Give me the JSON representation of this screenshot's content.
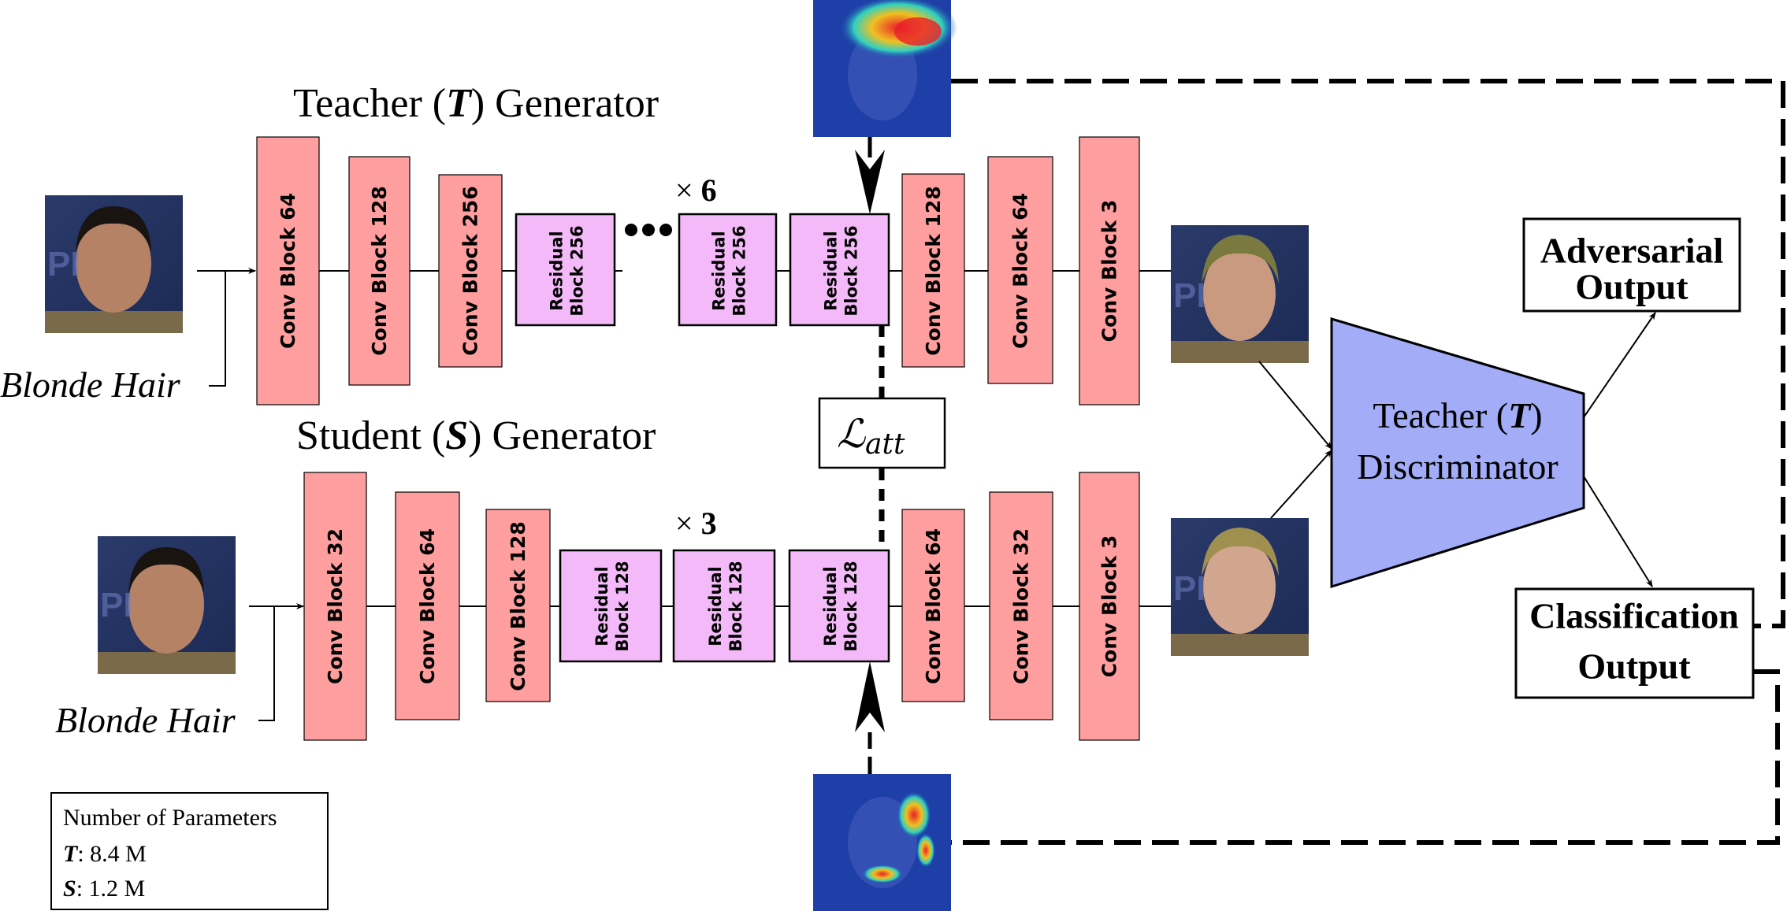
{
  "teacher": {
    "title_prefix": "Teacher (",
    "title_letter": "T",
    "title_suffix": ") Generator",
    "blocks": [
      "Conv Block 64",
      "Conv Block 128",
      "Conv Block 256"
    ],
    "residual": [
      "Residual Block 256",
      "Residual Block 256",
      "Residual Block 256"
    ],
    "repeat": "× 6",
    "up_blocks": [
      "Conv Block 128",
      "Conv Block 64",
      "Conv Block 3"
    ],
    "input_label": "Blonde Hair"
  },
  "student": {
    "title_prefix": "Student (",
    "title_letter": "S",
    "title_suffix": ") Generator",
    "blocks": [
      "Conv Block 32",
      "Conv Block 64",
      "Conv Block 128"
    ],
    "residual": [
      "Residual Block 128",
      "Residual Block 128",
      "Residual Block 128"
    ],
    "repeat": "× 3",
    "up_blocks": [
      "Conv Block 64",
      "Conv Block 32",
      "Conv Block 3"
    ],
    "input_label": "Blonde Hair"
  },
  "loss": {
    "symbol": "ℒ",
    "subscript": "att"
  },
  "discriminator": {
    "line1_prefix": "Teacher (",
    "line1_letter": "T",
    "line1_suffix": ")",
    "line2": "Discriminator"
  },
  "outputs": {
    "adversarial": [
      "Adversarial",
      "Output"
    ],
    "classification": [
      "Classification",
      "Output"
    ]
  },
  "legend": {
    "title": "Number of Parameters",
    "teacher_key": "T",
    "teacher_value": ": 8.4 M",
    "student_key": "S",
    "student_value": ": 1.2 M"
  },
  "colors": {
    "conv_block": "#ff9e9e",
    "residual_block": "#f4b9f8",
    "discriminator": "#a3acf7",
    "heatmap": "#1f3fa8"
  }
}
